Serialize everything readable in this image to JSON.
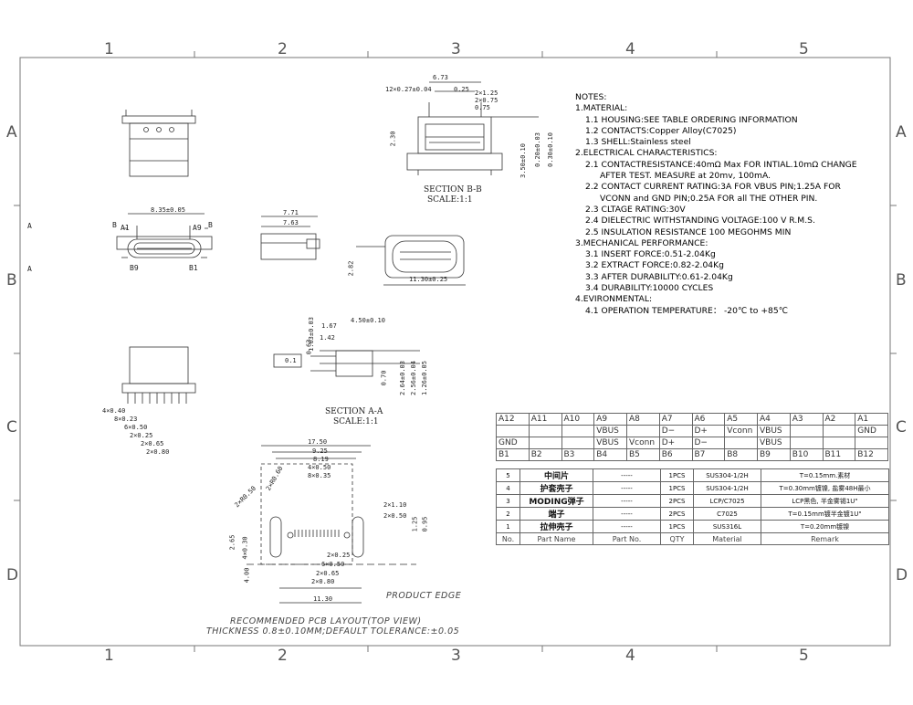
{
  "zones": {
    "cols_top": [
      "1",
      "2",
      "3",
      "4",
      "5"
    ],
    "cols_bottom": [
      "1",
      "2",
      "3",
      "4",
      "5"
    ],
    "rows_left": [
      "A",
      "B",
      "C",
      "D"
    ],
    "rows_right": [
      "A",
      "B",
      "C",
      "D"
    ],
    "extra_left": [
      "A",
      "A"
    ]
  },
  "views": {
    "section_bb_title": "SECTION B-B",
    "section_bb_scale": "SCALE:1:1",
    "section_aa_title": "SECTION A-A",
    "section_aa_scale": "SCALE:1:1",
    "label_a1": "A1",
    "label_a9": "A9",
    "label_b9": "B9",
    "label_b1": "B1",
    "label_b_left": "B",
    "label_b_right": "B",
    "product_edge": "PRODUCT EDGE",
    "pcb_layout": "RECOMMENDED PCB LAYOUT(TOP VIEW)",
    "thickness": "THICKNESS 0.8±0.10MM;DEFAULT TOLERANCE:±0.05"
  },
  "dims": {
    "d_835": "8.35±0.05",
    "d_771": "7.71",
    "d_763": "7.63",
    "d_1130_top": "11.30±0.25",
    "d_282": "2.82",
    "d_673": "6.73",
    "d_12x027": "12×0.27±0.04",
    "d_2x125": "2×1.25",
    "d_2x075": "2×0.75",
    "d_075": "0.75",
    "d_025": "0.25",
    "d_230": "2.30",
    "d_350": "3.50±0.10",
    "d_020": "0.20±0.03",
    "d_030": "0.30±0.10",
    "d_450": "4.50±0.10",
    "d_167": "1.67",
    "d_142": "1.42",
    "d_163": "1.63±0.03",
    "d_063": "0.63",
    "d_flat": "0.1",
    "d_070": "0.70",
    "d_264": "2.64±0.03",
    "d_126": "1.26±0.05",
    "d_256": "2.56±0.04",
    "d_4x040": "4×0.40",
    "d_8x023": "8×0.23",
    "d_6x050": "6×0.50",
    "d_2x025": "2×0.25",
    "d_2x065": "2×0.65",
    "d_2x080": "2×0.80",
    "d_1750": "17.50",
    "d_925": "9.25",
    "d_819": "8.19",
    "d_4x050": "4×0.50",
    "d_8x035": "8×0.35",
    "d_2xr060": "2×R0.60",
    "d_2xr050": "2×R0.50",
    "d_2x110": "2×1.10",
    "d_2x050": "2×0.50",
    "d_125": "1.25",
    "d_265": "2.65",
    "d_4x030": "4×0.30",
    "d_400": "4.00",
    "d_2x025b": "2×0.25",
    "d_6x050b": "6×0.50",
    "d_2x065b": "2×0.65",
    "d_2x080b": "2×0.80",
    "d_1130_bottom": "11.30",
    "d_095": "0.95"
  },
  "notes": [
    {
      "level": 1,
      "text": "NOTES:"
    },
    {
      "level": 1,
      "text": "1.MATERIAL:"
    },
    {
      "level": 2,
      "text": "1.1 HOUSING:SEE TABLE ORDERING INFORMATION"
    },
    {
      "level": 2,
      "text": "1.2 CONTACTS:Copper Alloy(C7025)"
    },
    {
      "level": 2,
      "text": "1.3 SHELL:Stainless steel"
    },
    {
      "level": 1,
      "text": "2.ELECTRICAL CHARACTERISTICS:"
    },
    {
      "level": 2,
      "text": "2.1 CONTACTRESISTANCE:40mΩ Max FOR INTIAL.10mΩ CHANGE"
    },
    {
      "level": 3,
      "text": "AFTER TEST. MEASURE at 20mv, 100mA."
    },
    {
      "level": 2,
      "text": "2.2 CONTACT CURRENT RATING:3A FOR VBUS PIN;1.25A FOR"
    },
    {
      "level": 3,
      "text": "VCONN and GND PIN;0.25A FOR all THE OTHER PIN."
    },
    {
      "level": 2,
      "text": "2.3 CLTAGE RATING:30V"
    },
    {
      "level": 2,
      "text": "2.4 DIELECTRIC WITHSTANDING VOLTAGE:100 V R.M.S."
    },
    {
      "level": 2,
      "text": "2.5 INSULATION RESISTANCE 100 MEGOHMS MIN"
    },
    {
      "level": 1,
      "text": "3.MECHANICAL PERFORMANCE:"
    },
    {
      "level": 2,
      "text": "3.1 INSERT FORCE:0.51-2.04Kg"
    },
    {
      "level": 2,
      "text": "3.2 EXTRACT FORCE:0.82-2.04Kg"
    },
    {
      "level": 2,
      "text": "3.3 AFTER DURABILITY:0.61-2.04Kg"
    },
    {
      "level": 2,
      "text": "3.4 DURABILITY:10000 CYCLES"
    },
    {
      "level": 1,
      "text": "4.EVIRONMENTAL:"
    },
    {
      "level": 2,
      "text": "4.1 OPERATION TEMPERATURE：  -20℃ to +85℃"
    }
  ],
  "pin_table": {
    "row1": [
      "A12",
      "A11",
      "A10",
      "A9",
      "A8",
      "A7",
      "A6",
      "A5",
      "A4",
      "A3",
      "A2",
      "A1"
    ],
    "row2": [
      "",
      "",
      "",
      "VBUS",
      "",
      "D−",
      "D+",
      "Vconn",
      "VBUS",
      "",
      "",
      "GND"
    ],
    "row3": [
      "GND",
      "",
      "",
      "VBUS",
      "Vconn",
      "D+",
      "D−",
      "",
      "VBUS",
      "",
      "",
      ""
    ],
    "row4": [
      "B1",
      "B2",
      "B3",
      "B4",
      "B5",
      "B6",
      "B7",
      "B8",
      "B9",
      "B10",
      "B11",
      "B12"
    ]
  },
  "bom": {
    "rows": [
      {
        "no": "5",
        "name": "中间片",
        "part_no": "-----",
        "qty": "1PCS",
        "material": "SUS304-1/2H",
        "remark": "T=0.15mm.素材"
      },
      {
        "no": "4",
        "name": "护套壳子",
        "part_no": "-----",
        "qty": "1PCS",
        "material": "SUS304-1/2H",
        "remark": "T=0.30mm镀镍, 盐雾48H最小"
      },
      {
        "no": "3",
        "name": "MODING弹子",
        "part_no": "-----",
        "qty": "2PCS",
        "material": "LCP/C7025",
        "remark": "LCP黑色, 半金雾锡1U\""
      },
      {
        "no": "2",
        "name": "端子",
        "part_no": "-----",
        "qty": "2PCS",
        "material": "C7025",
        "remark": "T=0.15mm镀半金镀1U\""
      },
      {
        "no": "1",
        "name": "拉伸壳子",
        "part_no": "-----",
        "qty": "1PCS",
        "material": "SUS316L",
        "remark": "T=0.20mm镀镍"
      }
    ],
    "header": {
      "no": "No.",
      "name": "Part Name",
      "part_no": "Part No.",
      "qty": "QTY",
      "material": "Material",
      "remark": "Remark"
    }
  }
}
